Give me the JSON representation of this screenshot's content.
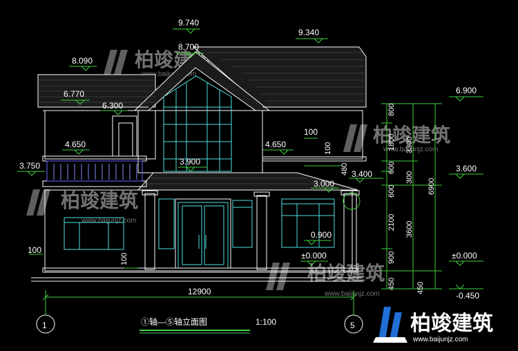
{
  "drawing": {
    "title": "①轴—⑤轴立面图",
    "scale": "1:100",
    "axis_left": "1",
    "axis_right": "5",
    "total_width": "12900"
  },
  "elevations": {
    "ridge_main": "9.740",
    "ridge_right": "9.340",
    "ridge_inner": "8.700",
    "eave_left_top": "8.090",
    "eave_left": "6.770",
    "balcony_roof": "6.300",
    "eave_right": "6.900",
    "balcony_left": "4.650",
    "balcony_right": "4.650",
    "rail_top": "3.750",
    "mid_level": "3.900",
    "porch_top": "3.400",
    "porch_left": "3.000",
    "right_level": "3.600",
    "window_sill": "0.900",
    "ground_center": "±0.000",
    "ground_right": "±0.000",
    "grade": "-0.450"
  },
  "small_dims": {
    "d100_a": "100",
    "d100_b": "100",
    "d480": "480",
    "d100_left": "100",
    "d100_base": "100"
  },
  "vertical_dims": {
    "col1": [
      "800",
      "1800",
      "600",
      "600",
      "2100",
      "900",
      "450"
    ],
    "col2": [
      "3300",
      "300",
      "3600",
      "450"
    ],
    "col3": [
      "6900"
    ]
  },
  "watermark": {
    "brand": "柏竣建筑",
    "url": "www.baijunjz.com"
  },
  "logo": {
    "brand": "柏竣建筑",
    "url": "www.baijunjz.com"
  },
  "colors": {
    "background": "#000000",
    "lines": "#ffffff",
    "yellow": "#ffd84a",
    "green": "#3ecf3e",
    "cyan": "#4fe0e0",
    "blue_rail": "#6a6aff"
  }
}
